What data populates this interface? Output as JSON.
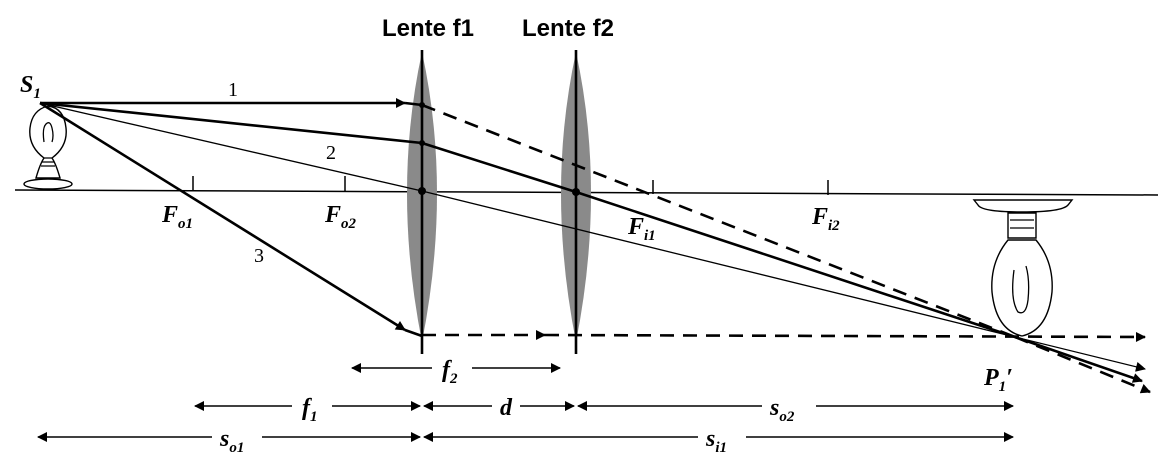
{
  "lenses": {
    "lens1_title": "Lente f1",
    "lens2_title": "Lente f2"
  },
  "points": {
    "source": {
      "main": "S",
      "sub": "1"
    },
    "image": {
      "main": "P",
      "sub": "1",
      "prime": "′"
    },
    "focus_o1": {
      "main": "F",
      "sub": "o1"
    },
    "focus_o2": {
      "main": "F",
      "sub": "o2"
    },
    "focus_i1": {
      "main": "F",
      "sub": "i1"
    },
    "focus_i2": {
      "main": "F",
      "sub": "i2"
    }
  },
  "rays": {
    "ray1": "1",
    "ray2": "2",
    "ray3": "3"
  },
  "dimensions": {
    "f2": {
      "main": "f",
      "sub": "2"
    },
    "f1": {
      "main": "f",
      "sub": "1"
    },
    "d": {
      "main": "d"
    },
    "so2": {
      "main": "s",
      "sub": "o2"
    },
    "so1": {
      "main": "s",
      "sub": "o1"
    },
    "si1": {
      "main": "s",
      "sub": "i1"
    }
  }
}
